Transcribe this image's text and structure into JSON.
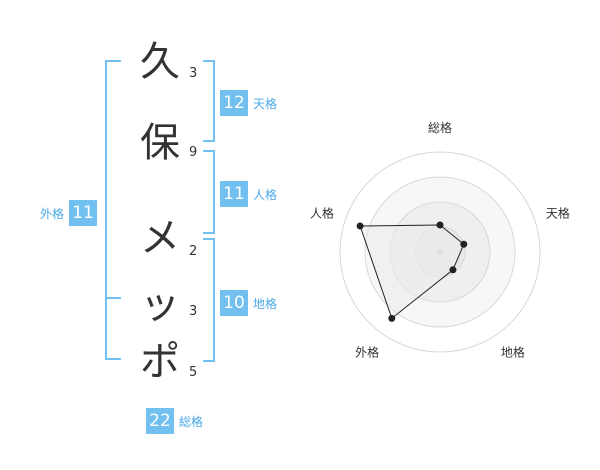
{
  "name_chars": [
    {
      "char": "久",
      "strokes": "3"
    },
    {
      "char": "保",
      "strokes": "9"
    },
    {
      "char": "メ",
      "strokes": "2"
    },
    {
      "char": "ッ",
      "strokes": "3"
    },
    {
      "char": "ポ",
      "strokes": "5"
    }
  ],
  "scores": {
    "tenkaku": {
      "value": "12",
      "label": "天格"
    },
    "jinkaku": {
      "value": "11",
      "label": "人格"
    },
    "chikaku": {
      "value": "10",
      "label": "地格"
    },
    "gaikaku": {
      "value": "11",
      "label": "外格"
    },
    "soukaku": {
      "value": "22",
      "label": "総格"
    }
  },
  "colors": {
    "accent": "#72c0f0",
    "label": "#4aa8e8",
    "text": "#333333"
  },
  "chart_data": {
    "type": "radar",
    "axes": [
      "総格",
      "天格",
      "地格",
      "外格",
      "人格"
    ],
    "values": [
      0.27,
      0.25,
      0.22,
      0.82,
      0.84
    ],
    "rings": 4,
    "max": 1
  }
}
